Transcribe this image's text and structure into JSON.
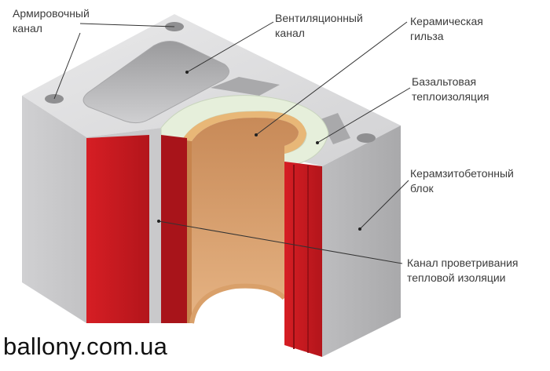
{
  "labels": {
    "reinforcing_channel": {
      "line1": "Армировочный",
      "line2": "канал"
    },
    "ventilation_channel": {
      "line1": "Вентиляционный",
      "line2": "канал"
    },
    "ceramic_sleeve": {
      "line1": "Керамическая",
      "line2": "гильза"
    },
    "basalt_insulation": {
      "line1": "Базальтовая",
      "line2": "теплоизоляция"
    },
    "claydite_block": {
      "line1": "Керамзитобетонный",
      "line2": "блок"
    },
    "airing_channel": {
      "line1": "Канал проветривания",
      "line2": "тепловой изоляции"
    }
  },
  "watermark": "ballony.com.ua",
  "colors": {
    "block_top": "#dededf",
    "block_front": "#c8c8ca",
    "block_side": "#b5b5b7",
    "insulation_red": "#cc1a1f",
    "insulation_red_dark": "#9e1016",
    "ceramic": "#d9a06a",
    "basalt_ring": "#e7f0dd",
    "leader_line": "#333333"
  }
}
